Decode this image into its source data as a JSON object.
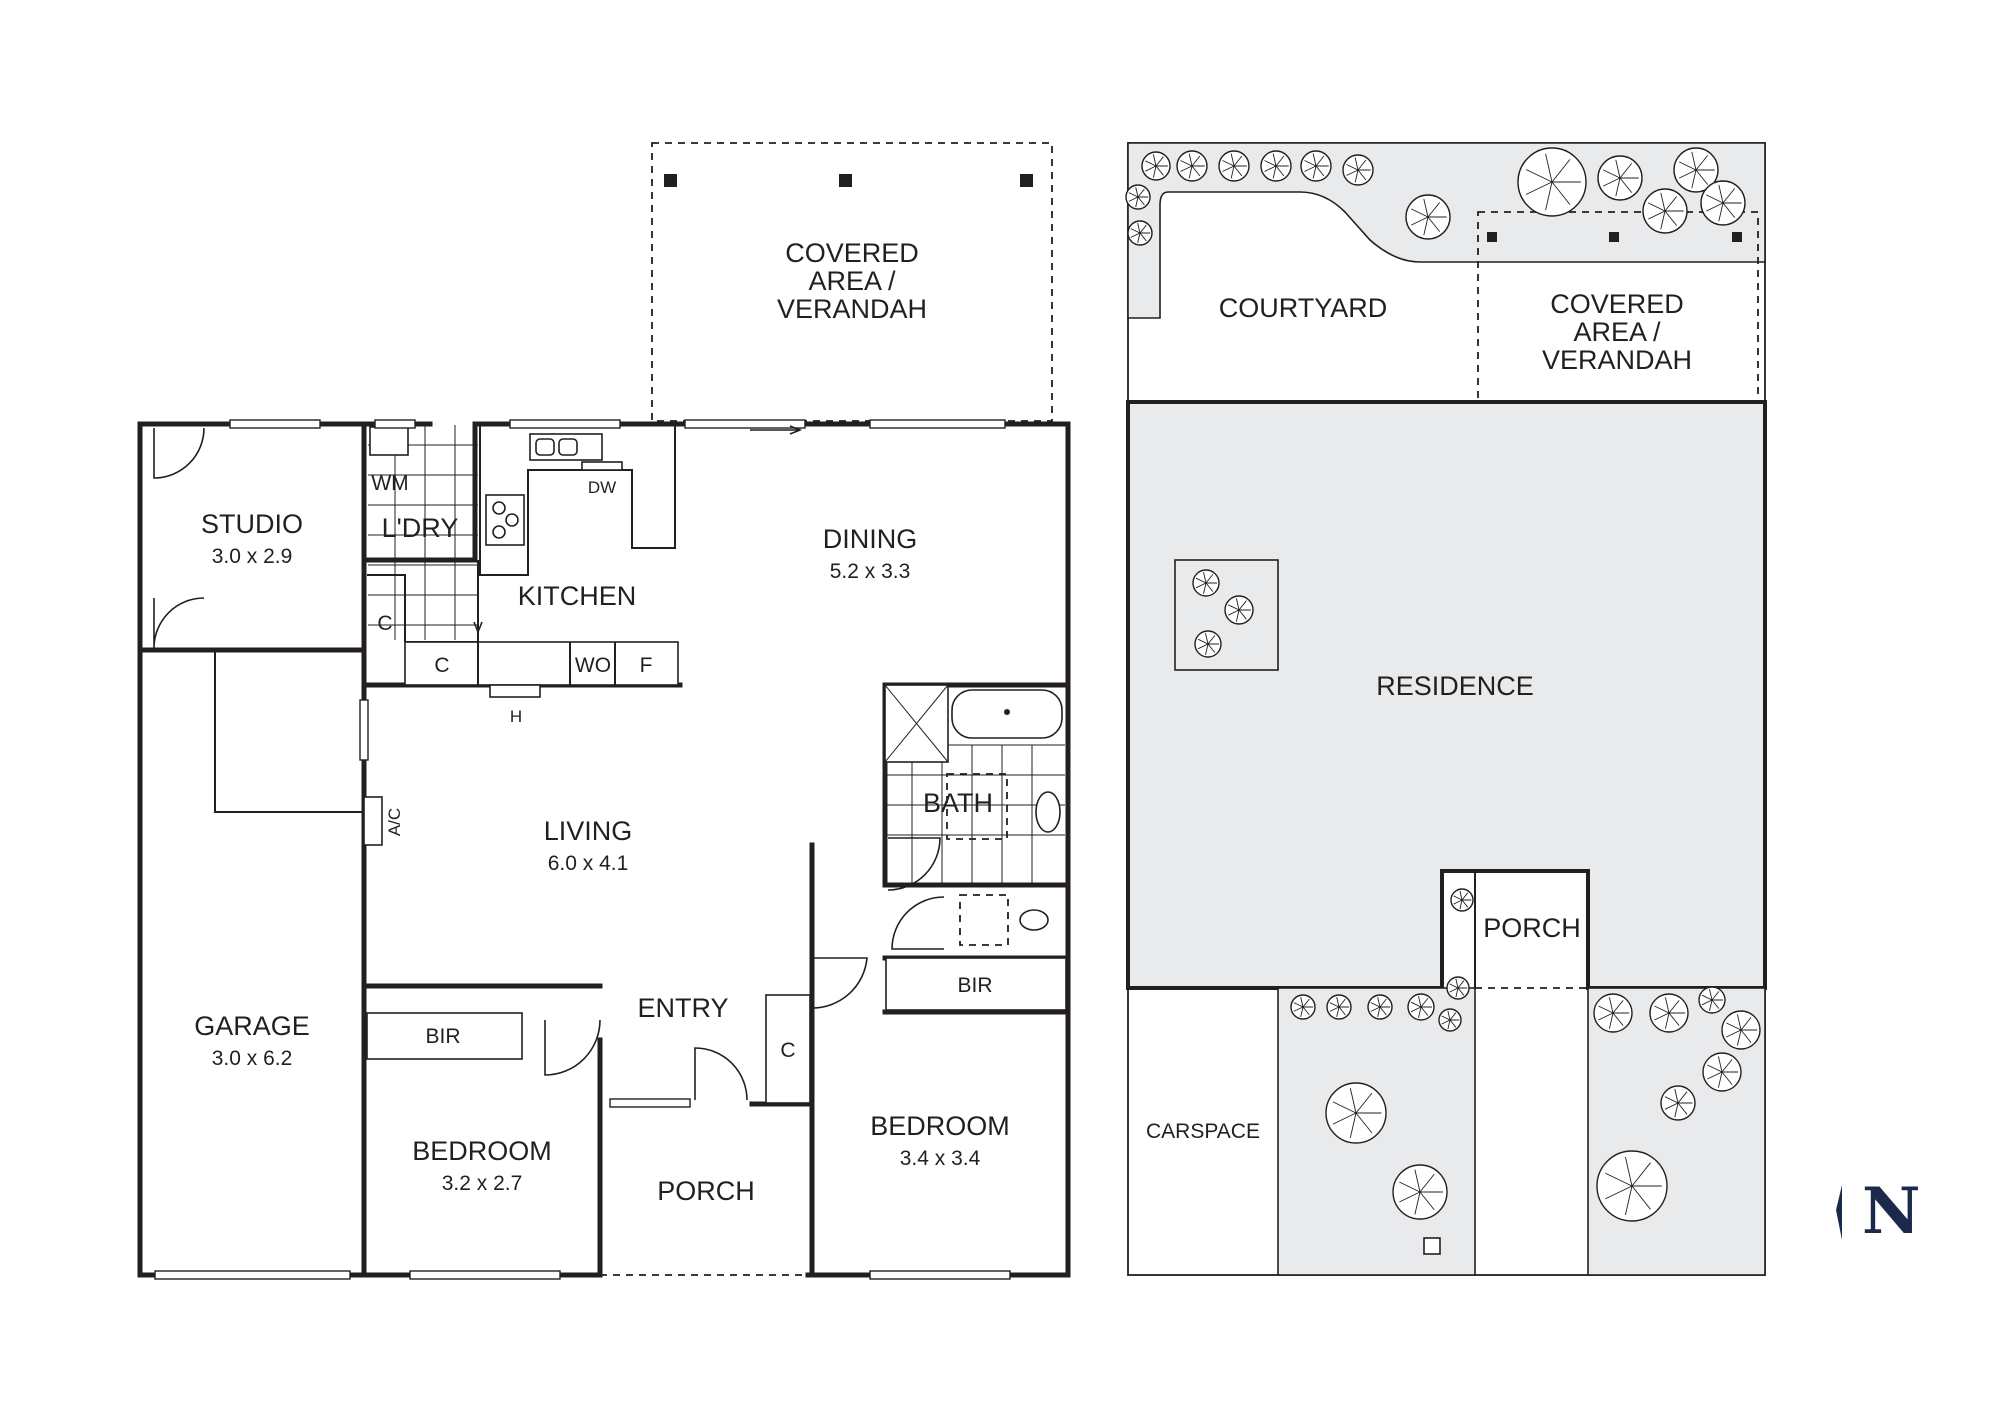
{
  "floor_plan": {
    "rooms": {
      "covered_area": {
        "line1": "COVERED",
        "line2": "AREA /",
        "line3": "VERANDAH"
      },
      "studio": {
        "name": "STUDIO",
        "dim": "3.0 x 2.9"
      },
      "wm": "WM",
      "laundry": "L'DRY",
      "kitchen": "KITCHEN",
      "dw": "DW",
      "dining": {
        "name": "DINING",
        "dim": "5.2 x 3.3"
      },
      "cupboard_c1": "C",
      "cupboard_c2": "C",
      "wo": "WO",
      "fridge": "F",
      "hood": "H",
      "ac": "A/C",
      "living": {
        "name": "LIVING",
        "dim": "6.0 x 4.1"
      },
      "bath": "BATH",
      "entry": "ENTRY",
      "cupboard_c3": "C",
      "bir_left": "BIR",
      "bir_right": "BIR",
      "garage": {
        "name": "GARAGE",
        "dim": "3.0 x 6.2"
      },
      "bedroom_left": {
        "name": "BEDROOM",
        "dim": "3.2 x 2.7"
      },
      "porch": "PORCH",
      "bedroom_right": {
        "name": "BEDROOM",
        "dim": "3.4 x 3.4"
      }
    }
  },
  "site_plan": {
    "courtyard": "COURTYARD",
    "covered_area": {
      "line1": "COVERED",
      "line2": "AREA /",
      "line3": "VERANDAH"
    },
    "residence": "RESIDENCE",
    "porch": "PORCH",
    "carspace": "CARSPACE"
  },
  "compass": {
    "label": "N",
    "color": "#1b2a4a"
  },
  "colors": {
    "line": "#231f20",
    "site_fill": "#e9eaeb"
  }
}
